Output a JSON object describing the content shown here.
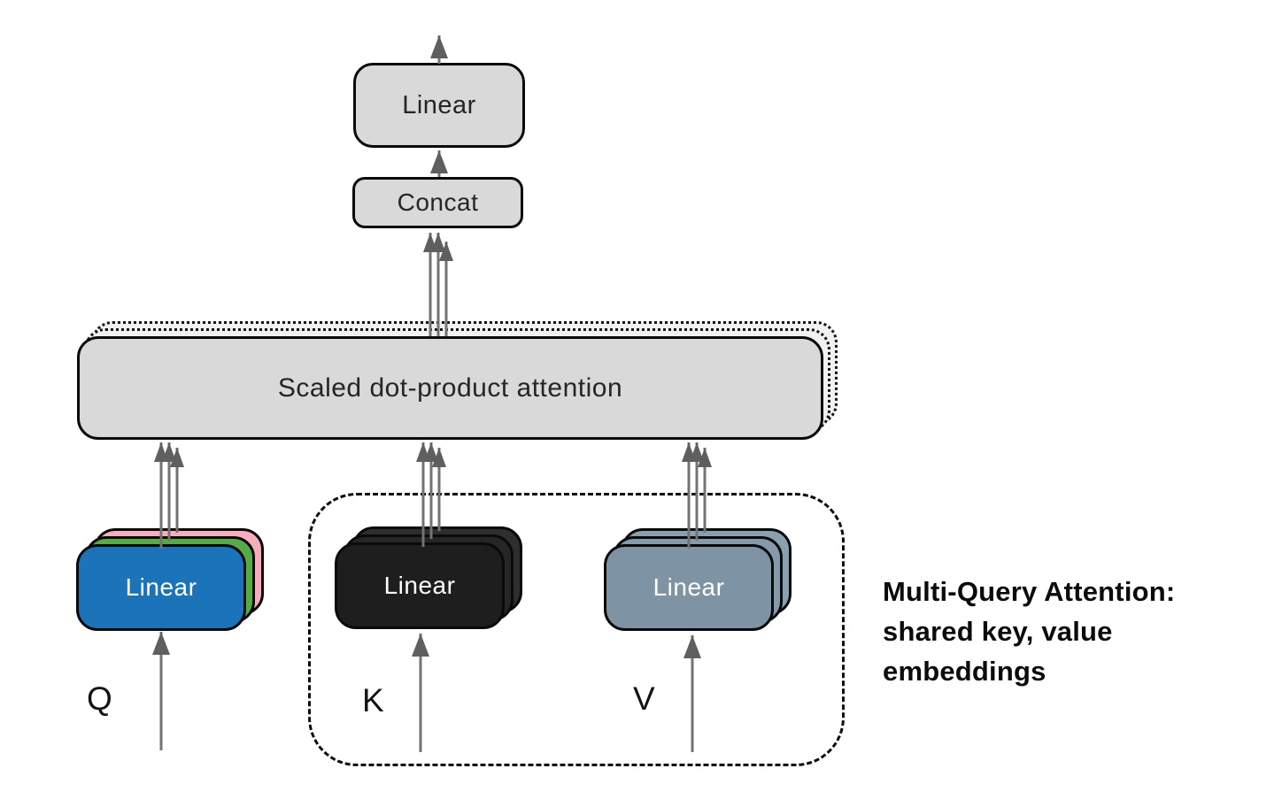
{
  "diagram": {
    "title": "Multi-Query Attention",
    "boxes": {
      "output_linear": "Linear",
      "concat": "Concat",
      "attention": "Scaled dot-product attention",
      "q_linear": "Linear",
      "k_linear": "Linear",
      "v_linear": "Linear"
    },
    "inputs": {
      "q": "Q",
      "k": "K",
      "v": "V"
    },
    "annotation": {
      "line1": "Multi-Query Attention:",
      "line2": "shared key, value",
      "line3": "embeddings"
    },
    "colors": {
      "box_gray": "#d9d9d9",
      "ghost_gray": "#f1f1f1",
      "q_front_blue": "#1b73b9",
      "q_mid_green": "#58a948",
      "q_back_pink": "#f6aebc",
      "k_front_black": "#1e1e1e",
      "v_front_slate": "#7e93a4",
      "arrow_gray": "#737373",
      "border_black": "#0a0a0a"
    }
  }
}
